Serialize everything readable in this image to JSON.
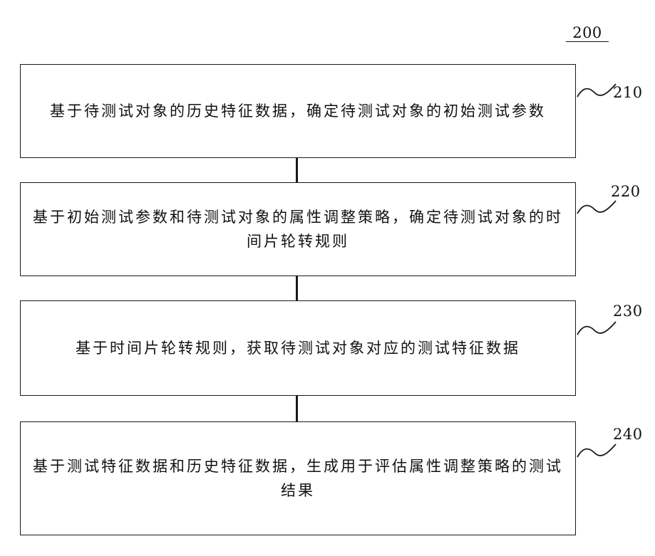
{
  "figure": {
    "number": "200"
  },
  "steps": [
    {
      "ref": "210",
      "text": "基于待测试对象的历史特征数据，确定待测试对象的初始测试参数"
    },
    {
      "ref": "220",
      "text": "基于初始测试参数和待测试对象的属性调整策略，确定待测试对象的时间片轮转规则"
    },
    {
      "ref": "230",
      "text": "基于时间片轮转规则，获取待测试对象对应的测试特征数据"
    },
    {
      "ref": "240",
      "text": "基于测试特征数据和历史特征数据，生成用于评估属性调整策略的测试结果"
    }
  ]
}
